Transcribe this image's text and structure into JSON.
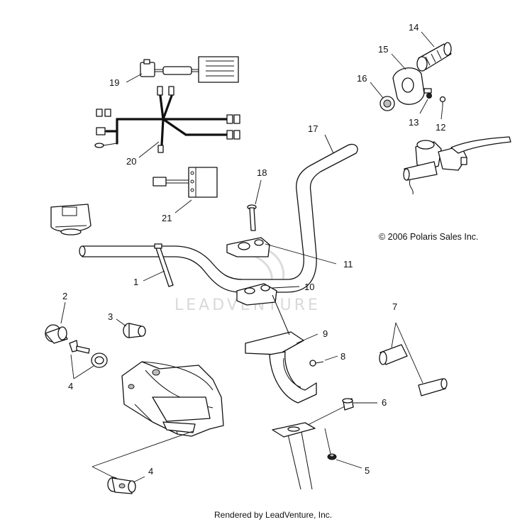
{
  "copyright": "© 2006 Polaris Sales Inc.",
  "watermark": "LEADVENTURE",
  "footer": "Rendered by LeadVenture, Inc.",
  "callouts": {
    "c1": "1",
    "c2": "2",
    "c3": "3",
    "c4a": "4",
    "c4b": "4",
    "c5": "5",
    "c6": "6",
    "c7": "7",
    "c8": "8",
    "c9": "9",
    "c10": "10",
    "c11": "11",
    "c12": "12",
    "c13": "13",
    "c14": "14",
    "c15": "15",
    "c16": "16",
    "c17": "17",
    "c18": "18",
    "c19": "19",
    "c20": "20",
    "c21": "21"
  }
}
